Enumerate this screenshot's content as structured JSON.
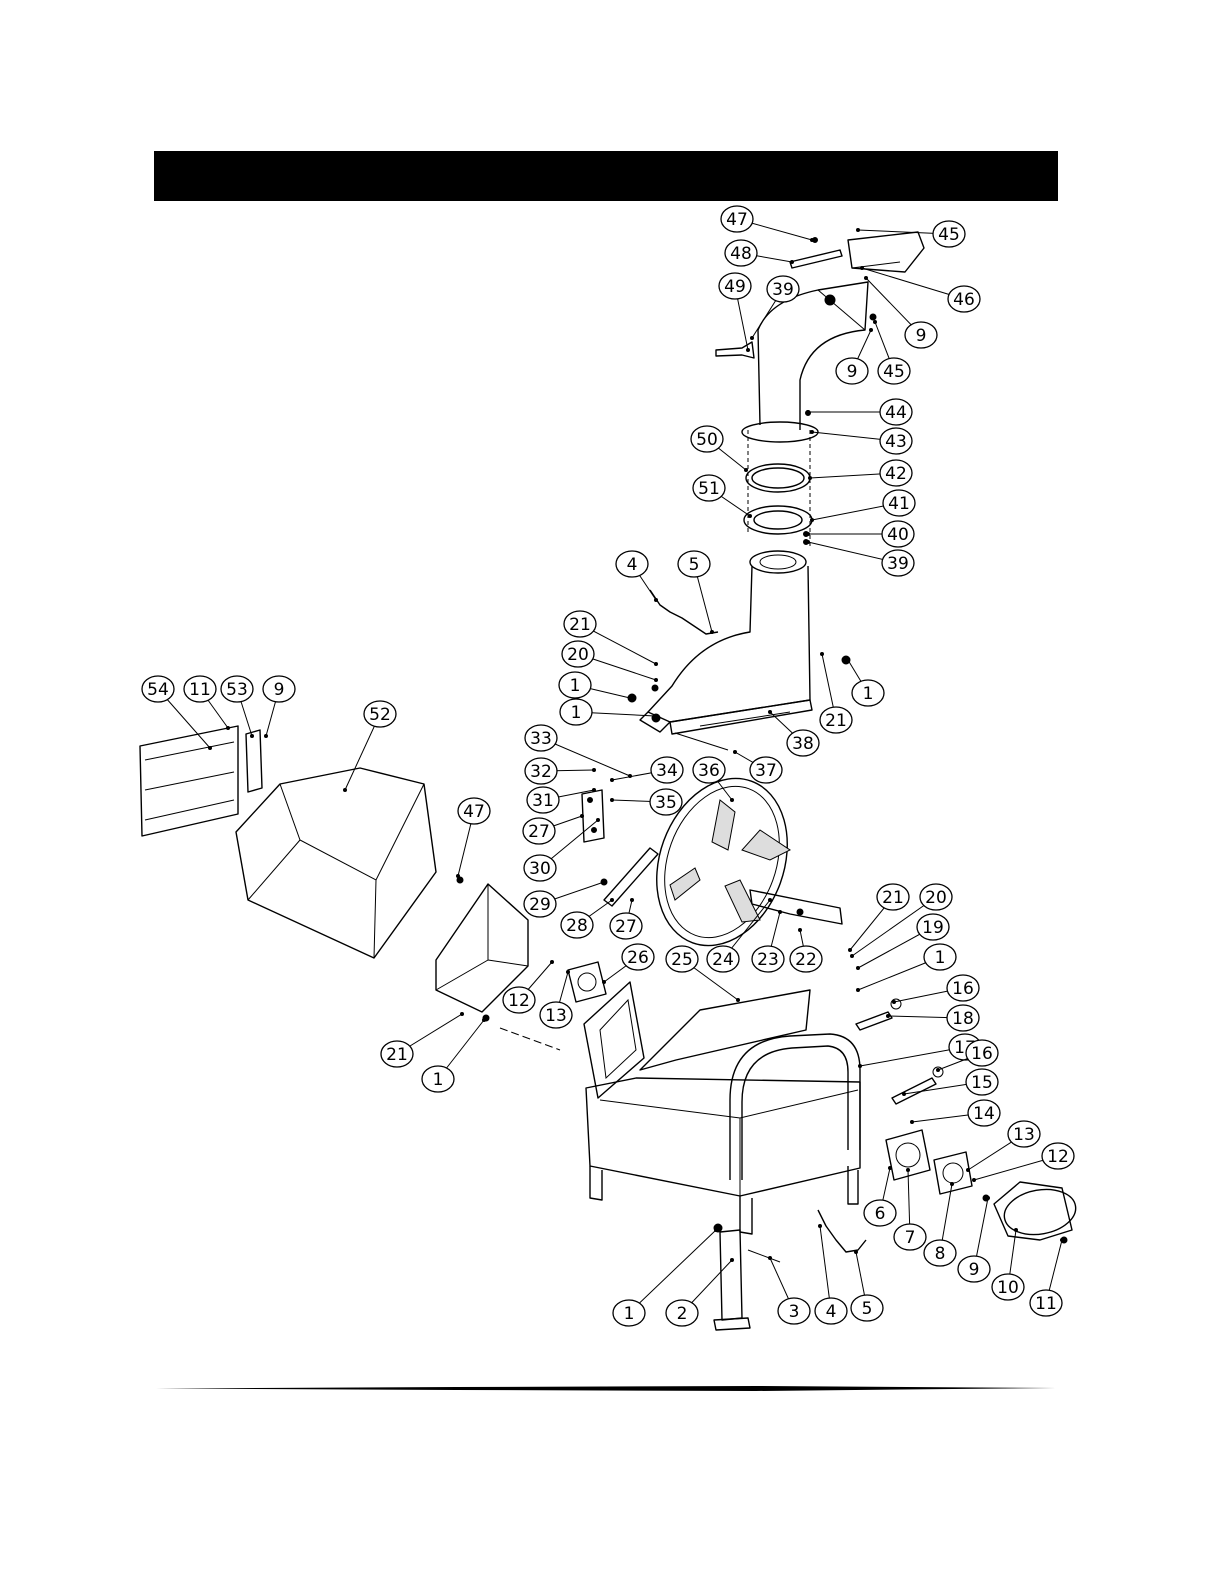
{
  "callouts": [
    "47",
    "45",
    "48",
    "46",
    "9",
    "49",
    "39",
    "9",
    "45",
    "44",
    "43",
    "50",
    "42",
    "51",
    "41",
    "40",
    "39",
    "4",
    "5",
    "21",
    "20",
    "1",
    "1",
    "21",
    "1",
    "38",
    "37",
    "54",
    "11",
    "53",
    "9",
    "52",
    "33",
    "32",
    "34",
    "36",
    "31",
    "35",
    "27",
    "30",
    "47",
    "29",
    "28",
    "27",
    "21",
    "20",
    "19",
    "24",
    "23",
    "22",
    "25",
    "26",
    "1",
    "16",
    "18",
    "12",
    "13",
    "17",
    "16",
    "15",
    "21",
    "1",
    "14",
    "13",
    "12",
    "6",
    "7",
    "8",
    "9",
    "10",
    "11",
    "1",
    "2",
    "3",
    "4",
    "5"
  ]
}
